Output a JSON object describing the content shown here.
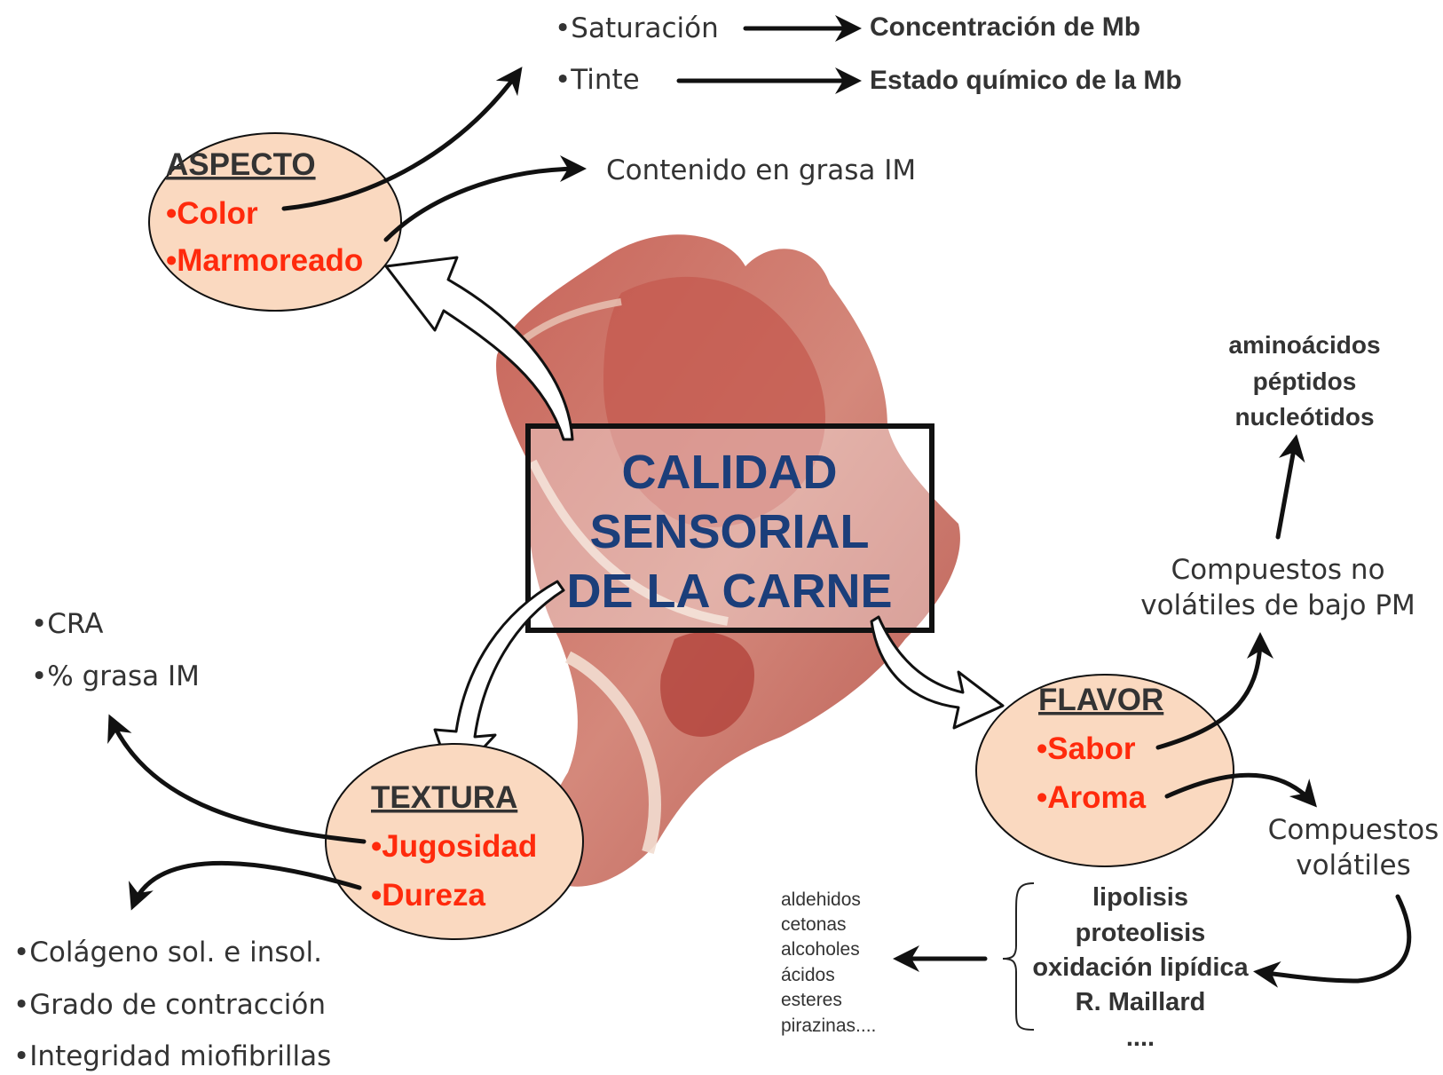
{
  "center": {
    "line1": "CALIDAD",
    "line2": "SENSORIAL",
    "line3": "DE LA CARNE"
  },
  "aspecto": {
    "title": "ASPECTO",
    "item1": "•Color",
    "item2": "•Marmoreado",
    "saturacion": "•Saturación",
    "tinte": "•Tinte",
    "concentracion": "Concentración de Mb",
    "estado": "Estado químico de la Mb",
    "grasa": "Contenido en grasa IM"
  },
  "textura": {
    "title": "TEXTURA",
    "item1": "•Jugosidad",
    "item2": "•Dureza",
    "cra": "•CRA",
    "grasa": "•% grasa IM",
    "colageno": "•Colágeno sol. e insol.",
    "contraccion": "•Grado de contracción",
    "integridad": "•Integridad miofibrillas"
  },
  "flavor": {
    "title": "FLAVOR",
    "item1": "•Sabor",
    "item2": "•Aroma",
    "no_volatiles_1": "Compuestos no",
    "no_volatiles_2": "volátiles de bajo PM",
    "aminoacidos": "aminoácidos",
    "peptidos": "péptidos",
    "nucleotidos": "nucleótidos",
    "volatiles_1": "Compuestos",
    "volatiles_2": "volátiles",
    "procesos": [
      "lipolisis",
      "proteolisis",
      "oxidación lipídica",
      "R. Maillard",
      "...."
    ],
    "productos": [
      "aldehidos",
      "cetonas",
      "alcoholes",
      "ácidos",
      "esteres",
      "pirazinas...."
    ]
  }
}
